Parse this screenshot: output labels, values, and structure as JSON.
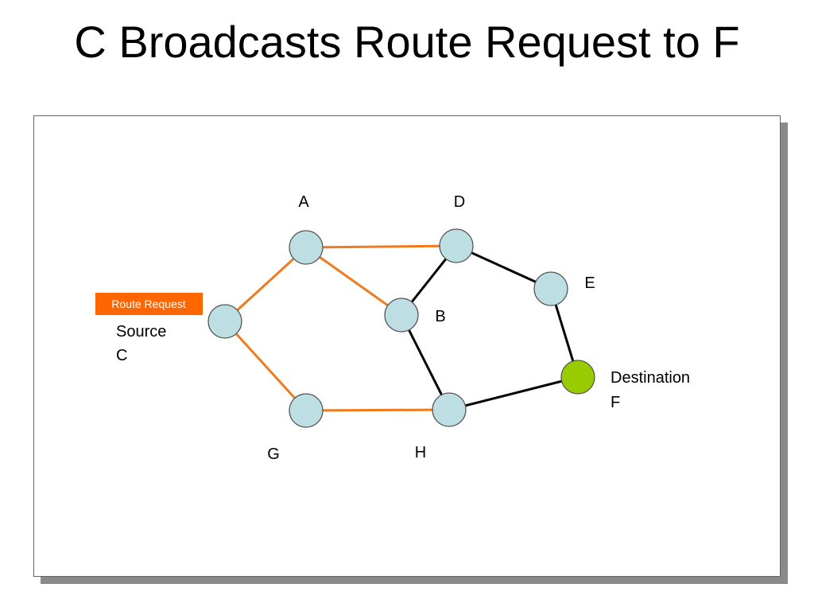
{
  "slide": {
    "title": "C Broadcasts Route Request to F"
  },
  "colors": {
    "node_fill": "#bddfe3",
    "destination_fill": "#99cc00",
    "broadcast_edge": "#f07a1e",
    "normal_edge": "#000000",
    "badge_fill": "#ff6600"
  },
  "badge": {
    "text": "Route Request"
  },
  "labels": {
    "A": "A",
    "D": "D",
    "E": "E",
    "B": "B",
    "G": "G",
    "H": "H",
    "source_line1": "Source",
    "source_line2": "C",
    "destination_line1": "Destination",
    "destination_line2": "F"
  },
  "edges": [
    {
      "from": "C",
      "to": "A",
      "broadcast": true
    },
    {
      "from": "C",
      "to": "G",
      "broadcast": true
    },
    {
      "from": "A",
      "to": "D",
      "broadcast": true
    },
    {
      "from": "A",
      "to": "B",
      "broadcast": true
    },
    {
      "from": "G",
      "to": "H",
      "broadcast": true
    },
    {
      "from": "D",
      "to": "B",
      "broadcast": false
    },
    {
      "from": "D",
      "to": "E",
      "broadcast": false
    },
    {
      "from": "E",
      "to": "F",
      "broadcast": false
    },
    {
      "from": "B",
      "to": "H",
      "broadcast": false
    },
    {
      "from": "H",
      "to": "F",
      "broadcast": false
    }
  ],
  "destination_node": "F"
}
